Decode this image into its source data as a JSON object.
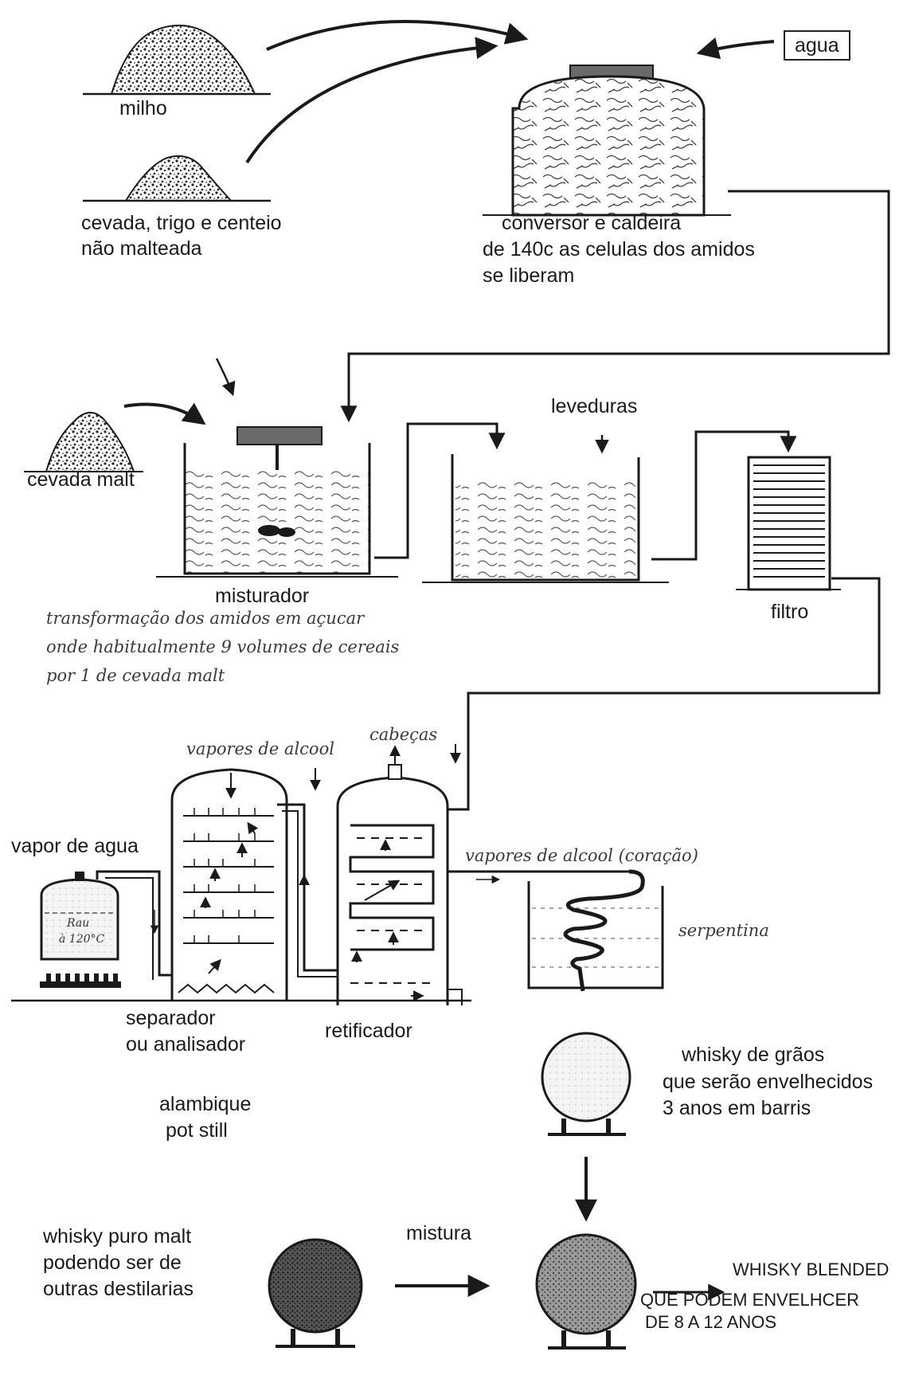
{
  "labels": {
    "agua": "agua",
    "milho": "milho",
    "cevada_nao_malteada": [
      "cevada, trigo e centeio",
      "não malteada"
    ],
    "conversor": [
      "conversor e caldeira",
      "de 140c as celulas dos amidos",
      "se liberam"
    ],
    "leveduras": "leveduras",
    "cevada_malt": "cevada malt",
    "misturador": "misturador",
    "filtro": "filtro",
    "misturador_note": [
      "transformação dos amidos em açucar",
      "onde habitualmente 9 volumes de cereais",
      "por 1 de cevada malt"
    ],
    "vapores_alcool": "vapores de alcool",
    "cabecas": "cabeças",
    "vapor_agua": "vapor de agua",
    "vapores_coracao": "vapores de alcool (coração)",
    "serpentina": "serpentina",
    "boiler_temp": [
      "Rau",
      "à 120°C"
    ],
    "separador": [
      "separador",
      "ou analisador"
    ],
    "retificador": "retificador",
    "whisky_graos": [
      "whisky de grãos",
      "que serão envelhecidos",
      "3 anos em barris"
    ],
    "alambique": [
      "alambique",
      "pot   still"
    ],
    "mistura": "mistura",
    "whisky_malt": [
      "whisky puro malt",
      "podendo ser de",
      "outras destilarias"
    ],
    "blended": [
      "WHISKY BLENDED",
      "QUE PODEM ENVELHCER",
      "DE 8 A 12 ANOS"
    ]
  },
  "colors": {
    "ink": "#1a1a1a",
    "pencil": "#3a3a3a",
    "paper": "#ffffff",
    "texture": "#5a5a5a"
  }
}
